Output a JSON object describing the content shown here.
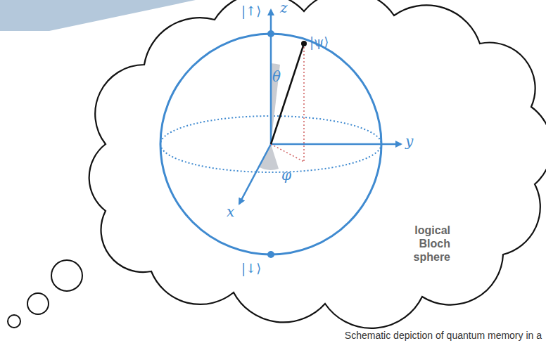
{
  "diagram": {
    "caption": "Schematic depiction of quantum memory in a",
    "labels": [
      "|↑⟩",
      "z",
      "θ",
      "|ψ⟩",
      "y",
      "φ",
      "x",
      "|↓⟩",
      "logical Bloch sphere"
    ]
  }
}
